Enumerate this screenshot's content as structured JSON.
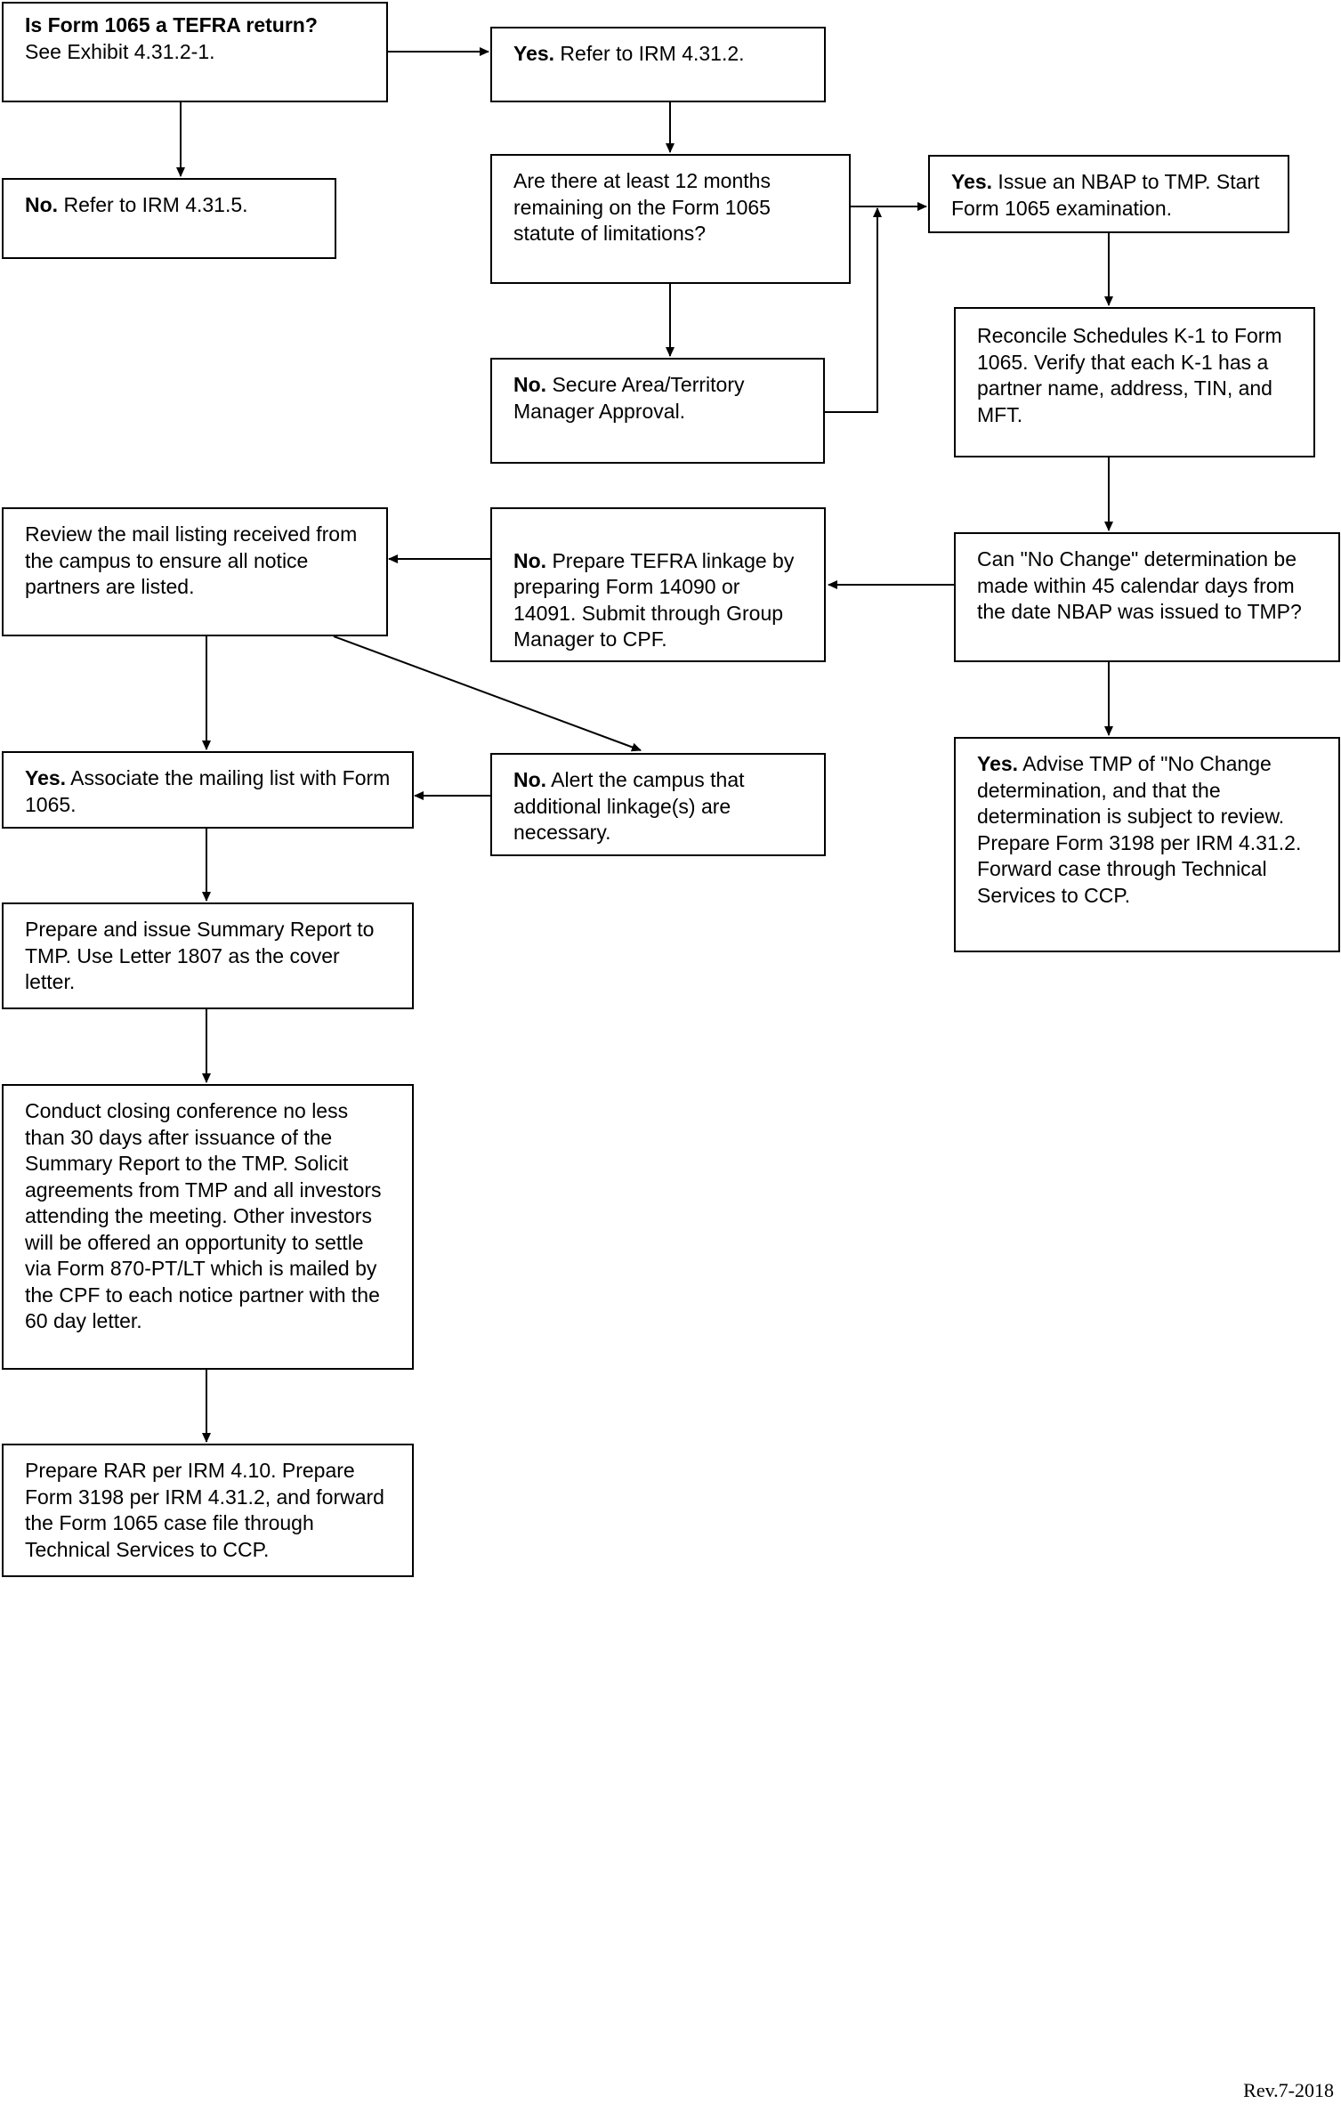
{
  "nodes": {
    "tefra_question": {
      "bold": "Is Form 1065 a TEFRA return?",
      "text": "See Exhibit 4.31.2-1."
    },
    "no_irm_4315": {
      "bold": "No.",
      "text": " Refer to IRM 4.31.5."
    },
    "yes_irm_4312": {
      "bold": "Yes.",
      "text": " Refer to IRM 4.31.2."
    },
    "statute_question": {
      "bold": "",
      "text": "Are there at least 12 months remaining on the Form 1065 statute of limitations?"
    },
    "no_secure_approval": {
      "bold": "No.",
      "text": " Secure Area/Territory Manager Approval."
    },
    "yes_issue_nbap": {
      "bold": "Yes.",
      "text": " Issue an NBAP to TMP. Start Form 1065 examination."
    },
    "reconcile_k1": {
      "bold": "",
      "text": "Reconcile Schedules K-1 to Form 1065. Verify that each K-1 has a partner name, address, TIN, and MFT."
    },
    "no_change_question": {
      "bold": "",
      "text": "Can \"No Change\" determination be made within 45 calendar days from the date NBAP was issued to TMP?"
    },
    "yes_advise_tmp": {
      "bold": "Yes.",
      "text": " Advise TMP of \"No Change determination, and that the determination is subject to review. Prepare Form 3198 per IRM 4.31.2. Forward case through Technical Services to CCP."
    },
    "no_prepare_linkage": {
      "bold": "No.",
      "text": " Prepare TEFRA linkage by preparing Form 14090 or 14091.  Submit through Group Manager to CPF.\n."
    },
    "review_mail_listing": {
      "bold": "",
      "text": "Review the mail listing received from the campus to ensure all notice partners are listed."
    },
    "no_alert_campus": {
      "bold": "No.",
      "text": " Alert the campus that additional linkage(s) are necessary."
    },
    "yes_associate_list": {
      "bold": "Yes.",
      "text": " Associate the mailing list with Form 1065."
    },
    "summary_report": {
      "bold": "",
      "text": "Prepare and issue Summary Report to TMP. Use Letter 1807 as the cover letter."
    },
    "closing_conference": {
      "bold": "",
      "text": "Conduct closing conference no less than 30 days after issuance of the Summary Report to the TMP. Solicit agreements from TMP and all investors attending the meeting. Other investors will be offered an opportunity to settle via Form 870-PT/LT which is mailed by the CPF to each notice partner with the 60 day letter."
    },
    "prepare_rar": {
      "bold": "",
      "text": "Prepare RAR per IRM 4.10. Prepare Form 3198 per IRM 4.31.2, and forward the Form 1065 case file through Technical Services to CCP."
    }
  },
  "footer": {
    "revision": "Rev.7-2018"
  }
}
